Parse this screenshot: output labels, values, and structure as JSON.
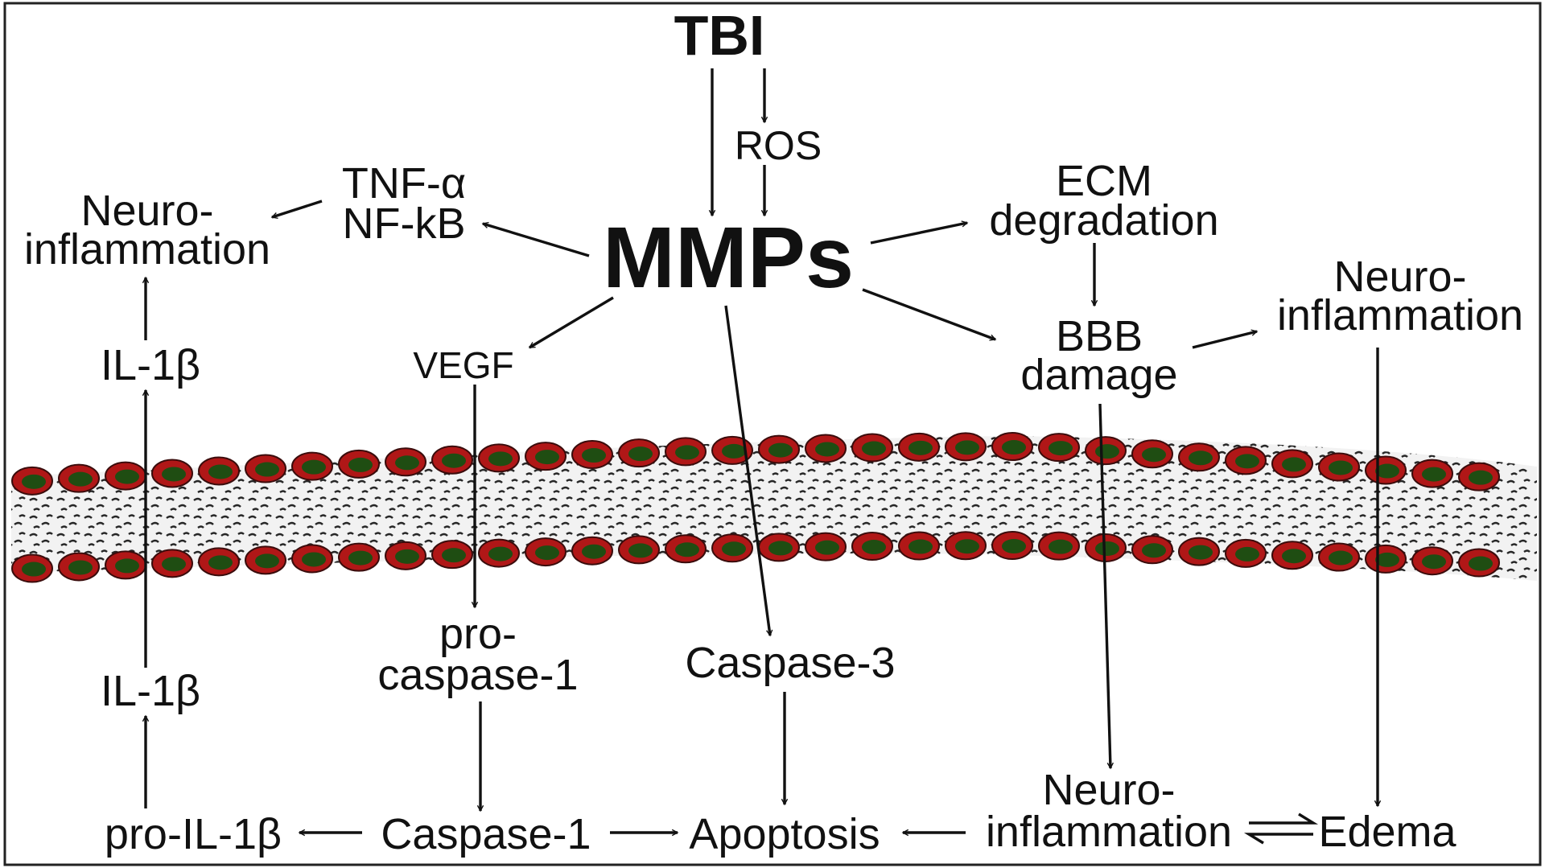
{
  "diagram": {
    "title": "TBI",
    "center": "MMPs",
    "ros": "ROS",
    "tnf": "TNF-α",
    "nfkb": "NF-kB",
    "neuro_left_1": "Neuro-",
    "neuro_left_2": "inflammation",
    "il1b_top": "IL-1β",
    "vegf": "VEGF",
    "ecm_1": "ECM",
    "ecm_2": "degradation",
    "bbb_1": "BBB",
    "bbb_2": "damage",
    "neuro_right_1": "Neuro-",
    "neuro_right_2": "inflammation",
    "procasp_1": "pro-",
    "procasp_2": "caspase-1",
    "caspase3": "Caspase-3",
    "il1b_bottom": "IL-1β",
    "pro_il1b": "pro-IL-1β",
    "caspase1": "Caspase-1",
    "apoptosis": "Apoptosis",
    "neuro_bottom_1": "Neuro-",
    "neuro_bottom_2": "inflammation",
    "edema": "Edema"
  },
  "colors": {
    "text": "#111111",
    "cell_red": "#b01717",
    "cell_green": "#1f4d12",
    "vessel_dark": "#2a2a2a",
    "frame": "#222222"
  }
}
